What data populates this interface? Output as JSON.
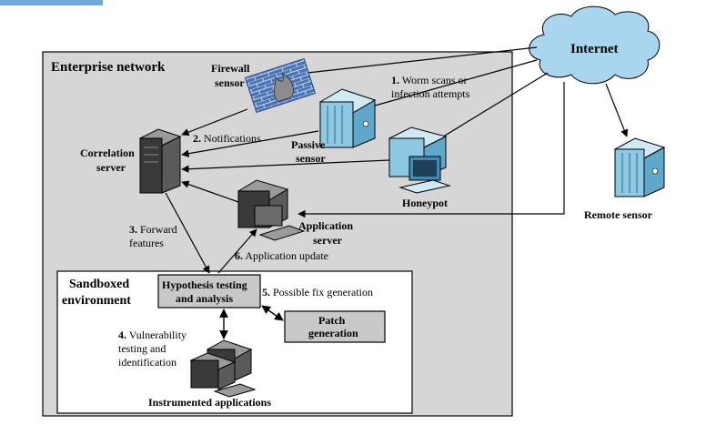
{
  "colors": {
    "enterprise_fill": "#d6d6d6",
    "sandbox_fill": "#ffffff",
    "box_fill": "#c8c8c8",
    "cloud_fill": "#a9d6ee",
    "server_blue": "#8ec9e4",
    "firewall_brick": "#4a74b4",
    "tab_blue": "#6fa8dc"
  },
  "labels": {
    "internet": "Internet",
    "enterprise": "Enterprise network",
    "firewall_1": "Firewall",
    "firewall_2": "sensor",
    "passive_1": "Passive",
    "passive_2": "sensor",
    "correlation_1": "Correlation",
    "correlation_2": "server",
    "honeypot": "Honeypot",
    "remote": "Remote sensor",
    "app_server_1": "Application",
    "app_server_2": "server",
    "sandbox_1": "Sandboxed",
    "sandbox_2": "environment",
    "hypo_1": "Hypothesis testing",
    "hypo_2": "and analysis",
    "patch_1": "Patch",
    "patch_2": "generation",
    "instrumented": "Instrumented applications"
  },
  "steps": {
    "s1_num": "1.",
    "s1_a": "Worm scans or",
    "s1_b": "infection attempts",
    "s2_num": "2.",
    "s2": "Notifications",
    "s3_num": "3.",
    "s3_a": "Forward",
    "s3_b": "features",
    "s4_num": "4.",
    "s4_a": "Vulnerability",
    "s4_b": "testing and",
    "s4_c": "identification",
    "s5_num": "5.",
    "s5": "Possible fix generation",
    "s6_num": "6.",
    "s6": "Application update"
  }
}
